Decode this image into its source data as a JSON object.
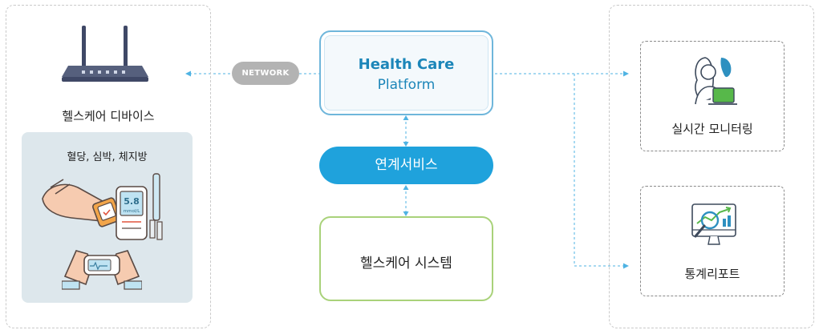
{
  "left_panel": {
    "title": "헬스케어 디바이스",
    "measure_label": "혈당,  심박,  체지방",
    "glucose_reading": "5.8",
    "glucose_unit": "mmol/L"
  },
  "network_label": "NETWORK",
  "platform": {
    "title": "Health Care",
    "subtitle": "Platform"
  },
  "service": {
    "label": "연계서비스"
  },
  "system": {
    "label": "헬스케어 시스템"
  },
  "right_panel": {
    "cards": [
      {
        "label": "실시간 모니터링",
        "icon": "monitoring-person-icon"
      },
      {
        "label": "통계리포트",
        "icon": "statistics-chart-icon"
      }
    ]
  },
  "colors": {
    "accent_blue": "#1fa2dc",
    "platform_text": "#1c86b9",
    "system_border": "#a9d27a",
    "connector": "#4fb3e3"
  }
}
